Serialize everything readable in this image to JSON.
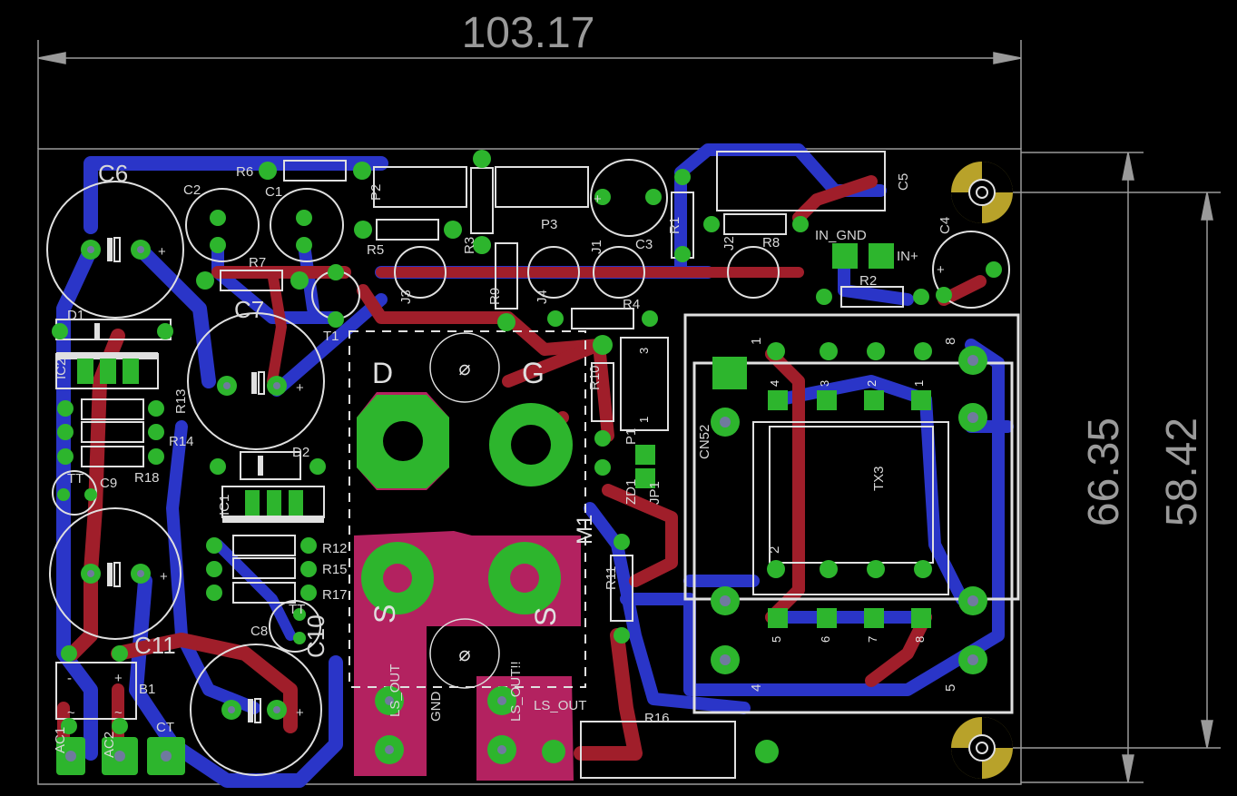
{
  "dimensions": {
    "width": "103.17",
    "height_outer": "66.35",
    "height_inner": "58.42"
  },
  "labels": {
    "C6": "C6",
    "C2": "C2",
    "C1": "C1",
    "R6": "R6",
    "P2": "P2",
    "P3": "P3",
    "R5": "R5",
    "R3": "R3",
    "R9": "R9",
    "R7": "R7",
    "C7": "C7",
    "T1": "T1",
    "J3": "J3",
    "J4": "J4",
    "J1": "J1",
    "J2": "J2",
    "C3": "C3",
    "R1": "R1",
    "R8": "R8",
    "R4": "R4",
    "C5": "C5",
    "C4": "C4",
    "R2": "R2",
    "IN_GND": "IN_GND",
    "IN_PLUS": "IN+",
    "D1": "D1",
    "IC2": "IC2",
    "R13": "R13",
    "R14": "R14",
    "R18": "R18",
    "C9": "C9",
    "D2": "D2",
    "IC1": "IC1",
    "R12": "R12",
    "R15": "R15",
    "R17": "R17",
    "C8": "C8",
    "C11": "C11",
    "C10": "C10",
    "B1": "B1",
    "CT": "CT",
    "AC1": "AC1",
    "AC2": "AC2",
    "D": "D",
    "G": "G",
    "S1": "S",
    "S2": "S",
    "M1": "M1",
    "R10": "R10",
    "P1": "P1",
    "ZD1": "ZD1",
    "JP1": "JP1",
    "R11": "R11",
    "R16": "R16",
    "LS_OUT": "LS_OUT",
    "LS_OUT2": "LS_OUT",
    "LS_OUT_INV": "LS_OUT!!",
    "GND": "GND",
    "TX3": "TX3",
    "CN52": "CN52",
    "TT1": "TT",
    "TT2": "TT"
  },
  "transformer_pins": {
    "top": [
      "4",
      "3",
      "2",
      "1"
    ],
    "bottom": [
      "5",
      "6",
      "7",
      "8"
    ],
    "outer_top_left": "1",
    "outer_top_right": "8",
    "outer_bottom_left": "4",
    "outer_bottom_right": "5",
    "mid": "2"
  },
  "jp_pins": [
    "3",
    "1"
  ],
  "polarity": {
    "plus": "+",
    "minus": "-",
    "tilde": "~"
  },
  "colors": {
    "background": "#000000",
    "top_copper": "#a01e2a",
    "bottom_copper": "#2a35c8",
    "pad": "#2db52d",
    "silkscreen": "#e0e0e0",
    "dimension": "#9a9a9a",
    "mounting": "#b8a22a",
    "pour": "#b32260"
  }
}
